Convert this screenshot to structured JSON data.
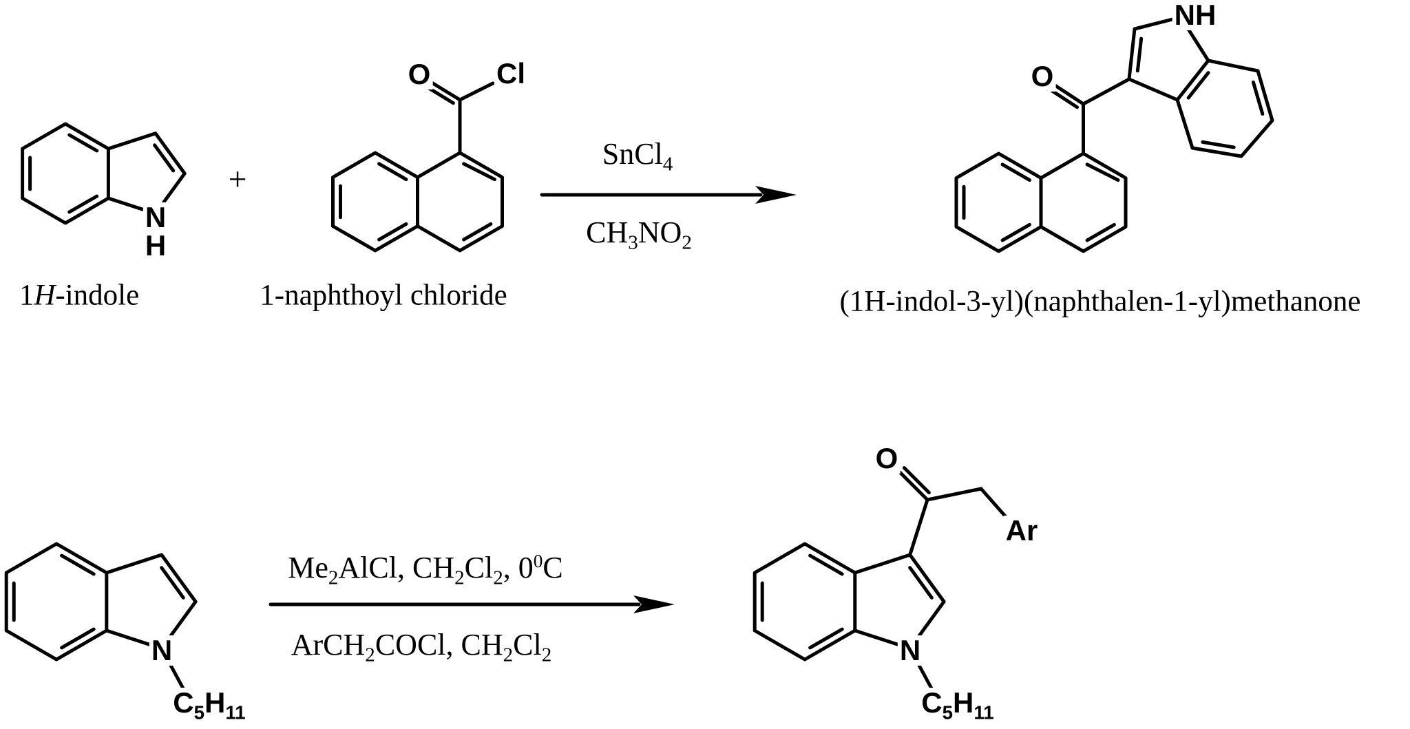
{
  "colors": {
    "ink": "#000000",
    "background": "#ffffff"
  },
  "scheme1": {
    "reactant1": {
      "name": [
        {
          "t": "1"
        },
        {
          "t": "H",
          "s": "i"
        },
        {
          "t": "-indole"
        }
      ],
      "n_label": "N",
      "h_label": "H"
    },
    "plus": "+",
    "reactant2": {
      "name": "1-naphthoyl chloride",
      "o_label": "O",
      "cl_label": "Cl"
    },
    "conditions": {
      "above": [
        {
          "t": "SnCl"
        },
        {
          "t": "4",
          "s": "sub"
        }
      ],
      "below": [
        {
          "t": "CH"
        },
        {
          "t": "3",
          "s": "sub"
        },
        {
          "t": "NO"
        },
        {
          "t": "2",
          "s": "sub"
        }
      ]
    },
    "product": {
      "name": "(1H-indol-3-yl)(naphthalen-1-yl)methanone",
      "o_label": "O",
      "nh_label": "NH"
    }
  },
  "scheme2": {
    "reactant": {
      "n_label": "N",
      "chain_label": [
        {
          "t": "C"
        },
        {
          "t": "5",
          "s": "sub"
        },
        {
          "t": "H"
        },
        {
          "t": "11",
          "s": "sub"
        }
      ]
    },
    "conditions": {
      "above": [
        {
          "t": "Me"
        },
        {
          "t": "2",
          "s": "sub"
        },
        {
          "t": "AlCl, CH"
        },
        {
          "t": "2",
          "s": "sub"
        },
        {
          "t": "Cl"
        },
        {
          "t": "2",
          "s": "sub"
        },
        {
          "t": ", 0"
        },
        {
          "t": "0",
          "s": "sup"
        },
        {
          "t": "C"
        }
      ],
      "below": [
        {
          "t": "ArCH"
        },
        {
          "t": "2",
          "s": "sub"
        },
        {
          "t": "COCl, CH"
        },
        {
          "t": "2",
          "s": "sub"
        },
        {
          "t": "Cl"
        },
        {
          "t": "2",
          "s": "sub"
        }
      ]
    },
    "product": {
      "o_label": "O",
      "ar_label": "Ar",
      "n_label": "N",
      "chain_label": [
        {
          "t": "C"
        },
        {
          "t": "5",
          "s": "sub"
        },
        {
          "t": "H"
        },
        {
          "t": "11",
          "s": "sub"
        }
      ]
    }
  }
}
